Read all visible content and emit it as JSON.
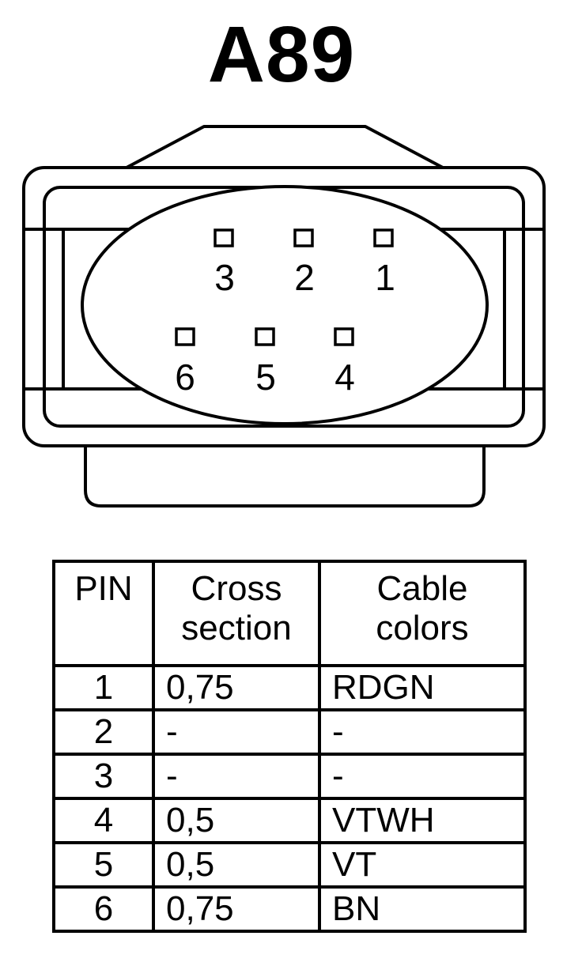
{
  "title": "A89",
  "connector": {
    "pins": [
      {
        "label": "3"
      },
      {
        "label": "2"
      },
      {
        "label": "1"
      },
      {
        "label": "6"
      },
      {
        "label": "5"
      },
      {
        "label": "4"
      }
    ]
  },
  "table": {
    "headers": {
      "pin": "PIN",
      "cross_section": [
        "Cross",
        "section"
      ],
      "cable_colors": [
        "Cable",
        "colors"
      ]
    },
    "rows": [
      {
        "pin": "1",
        "cross_section": "0,75",
        "cable_color": "RDGN"
      },
      {
        "pin": "2",
        "cross_section": "-",
        "cable_color": "-"
      },
      {
        "pin": "3",
        "cross_section": "-",
        "cable_color": "-"
      },
      {
        "pin": "4",
        "cross_section": "0,5",
        "cable_color": "VTWH"
      },
      {
        "pin": "5",
        "cross_section": "0,5",
        "cable_color": "VT"
      },
      {
        "pin": "6",
        "cross_section": "0,75",
        "cable_color": "BN"
      }
    ]
  }
}
